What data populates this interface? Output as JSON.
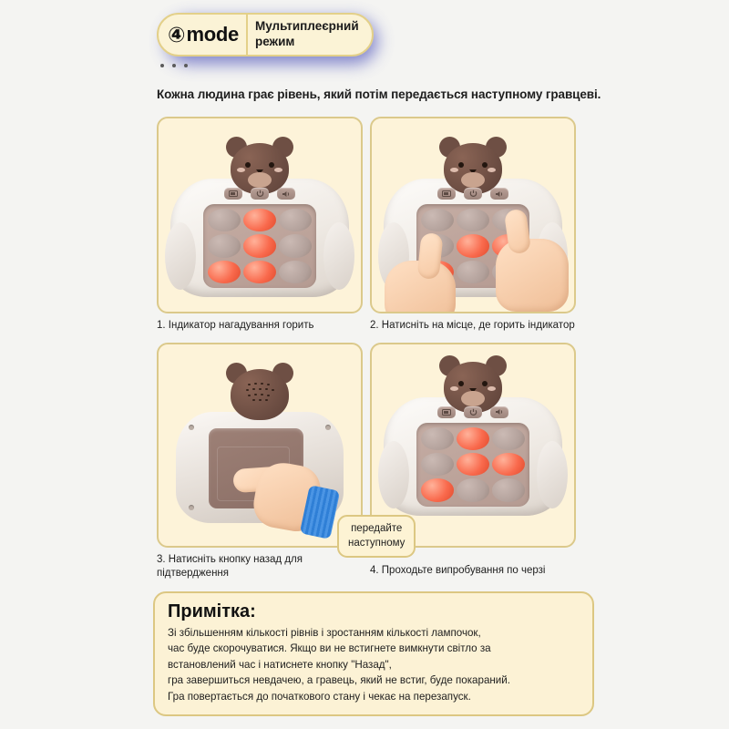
{
  "header": {
    "mode_number": "④",
    "mode_word": "mode",
    "title": "Мультиплеєрний\nрежим",
    "accent_shadow": "#6b6fc4",
    "badge_bg": "#fbf3d6",
    "badge_border": "#e3d089"
  },
  "subtitle": "Кожна людина грає рівень, який потім передається наступному гравцеві.",
  "panels": [
    {
      "caption": "1. Індикатор нагадування горить"
    },
    {
      "caption": "2. Натисніть на місце, де горить індикатор"
    },
    {
      "caption": "3. Натисніть кнопку назад для підтвердження"
    },
    {
      "caption": "4. Проходьте випробування по черзі"
    }
  ],
  "device": {
    "controls": [
      "menu-icon",
      "power-icon",
      "speaker-icon"
    ],
    "panel1_lit_bubbles": [
      1,
      4,
      5,
      6
    ],
    "panel2_lit_bubbles": [
      5,
      6
    ],
    "panel4_lit_bubbles": [
      1,
      3,
      4,
      6
    ],
    "lit_color": "#f96a4d",
    "bubble_color": "#b2a09a"
  },
  "callout": {
    "text": "передайте\nнаступному"
  },
  "note": {
    "title": "Примітка:",
    "body": "Зі збільшенням кількості рівнів і зростанням кількості лампочок,\nчас буде скорочуватися. Якщо ви не встигнете вимкнути світло за\nвстановлений час і натиснете кнопку \"Назад\",\nгра завершиться невдачею, а гравець, який не встиг, буде покараний.\nГра повертається до початкового стану і чекає на перезапуск."
  },
  "colors": {
    "page_bg": "#f4f4f2",
    "panel_bg": "#fdf3d9",
    "panel_border": "#dbc98b"
  }
}
